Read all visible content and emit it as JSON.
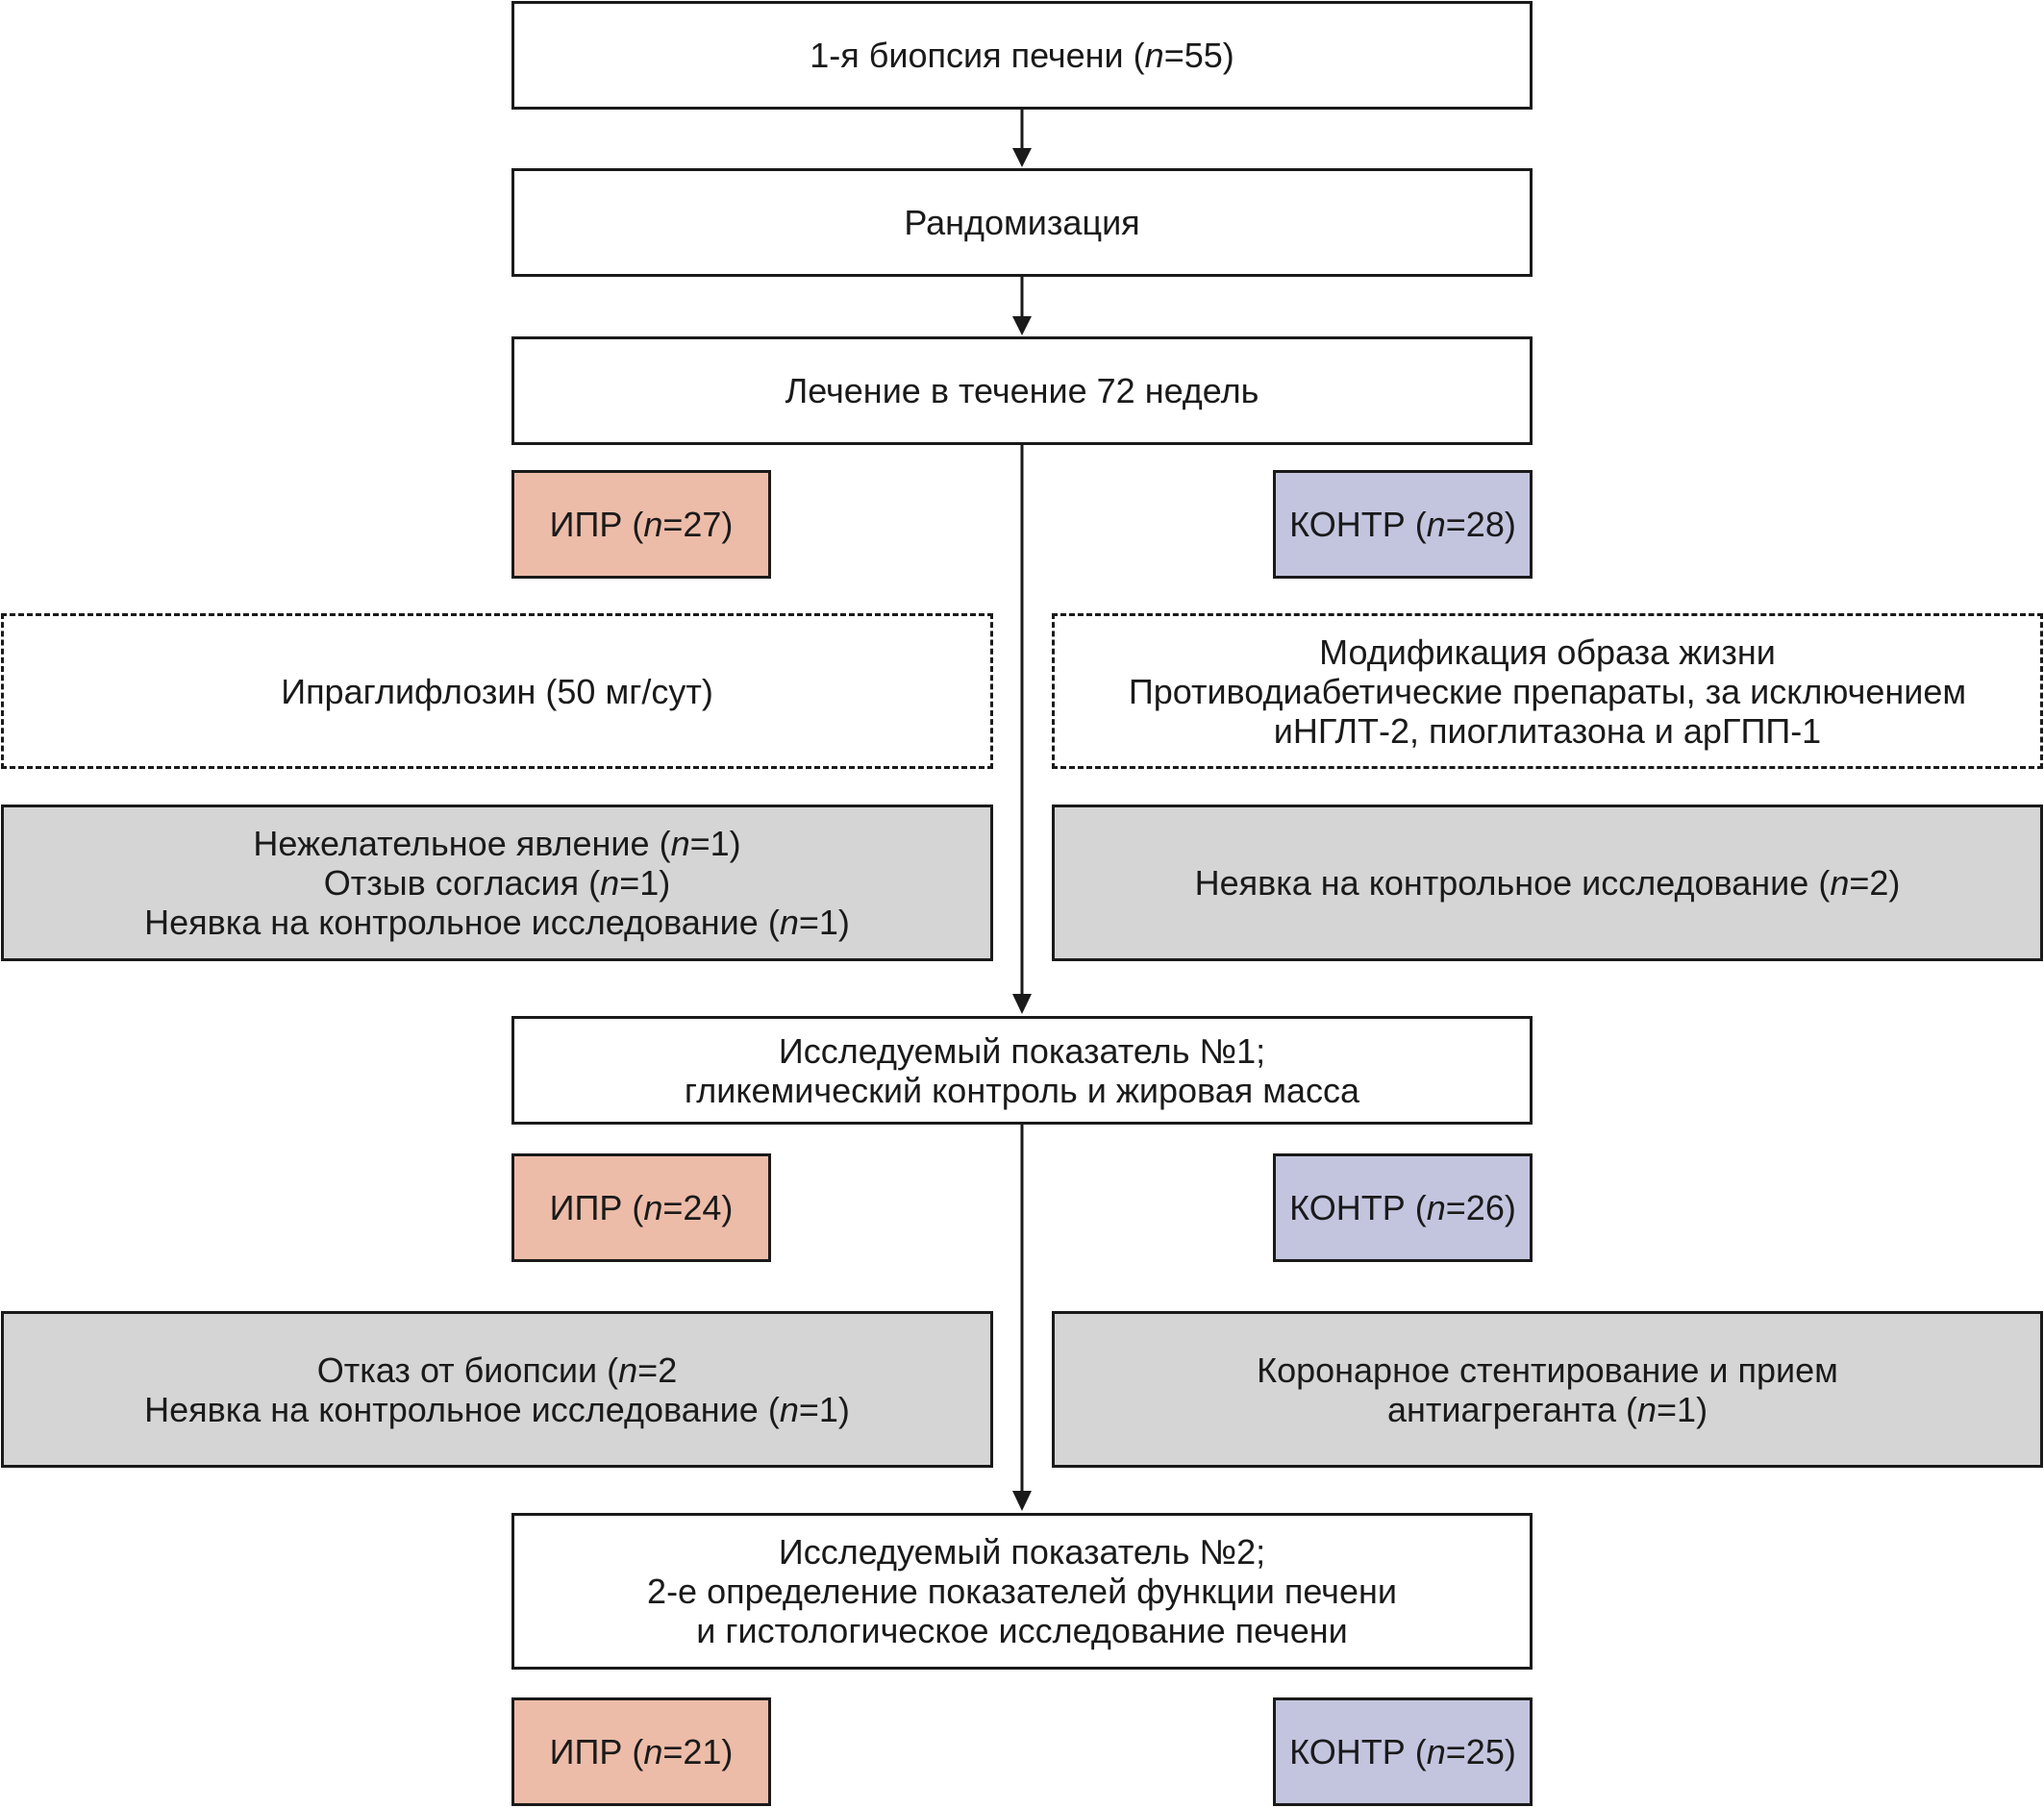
{
  "colors": {
    "ipr": "#ecbca8",
    "kontr": "#c3c5df",
    "excluded": "#d5d5d5",
    "line": "#1a1a1a"
  },
  "flow": {
    "biopsy1": "1-я биопсия печени (n=55)",
    "randomization": "Рандомизация",
    "treatment": "Лечение в течение 72 недель",
    "endpoint1": {
      "line1": "Исследуемый показатель №1;",
      "line2": "гликемический контроль и жировая масса"
    },
    "endpoint2": {
      "line1": "Исследуемый показатель №2;",
      "line2": "2-е определение показателей функции печени",
      "line3": "и гистологическое исследование печени"
    }
  },
  "groups": {
    "stage1": {
      "ipr": "ИПР (n=27)",
      "kontr": "КОНТР (n=28)"
    },
    "stage2": {
      "ipr": "ИПР (n=24)",
      "kontr": "КОНТР (n=26)"
    },
    "stage3": {
      "ipr": "ИПР (n=21)",
      "kontr": "КОНТР (n=25)"
    }
  },
  "interventions": {
    "ipr": "Ипраглифлозин (50 мг/сут)",
    "kontr": {
      "line1": "Модификация образа жизни",
      "line2": "Противодиабетические препараты, за исключением",
      "line3": "иНГЛТ-2, пиоглитазона и арГПП-1"
    }
  },
  "exclusions": {
    "stage1": {
      "ipr": {
        "line1": "Нежелательное явление (n=1)",
        "line2": "Отзыв согласия (n=1)",
        "line3": "Неявка на контрольное исследование (n=1)"
      },
      "kontr": "Неявка на контрольное исследование (n=2)"
    },
    "stage2": {
      "ipr": {
        "line1": "Отказ от биопсии (n=2",
        "line2": "Неявка на контрольное исследование (n=1)"
      },
      "kontr": {
        "line1": "Коронарное стентирование и прием",
        "line2": "антиагреганта (n=1)"
      }
    }
  }
}
